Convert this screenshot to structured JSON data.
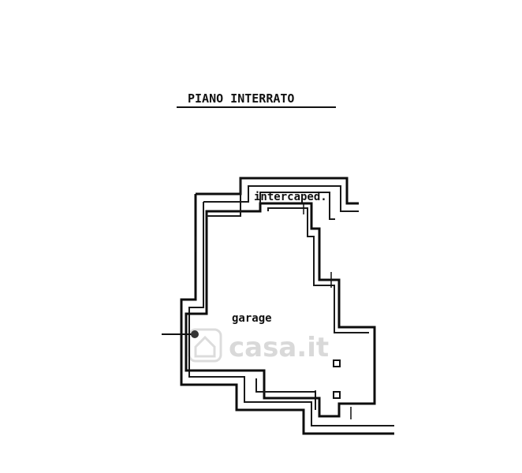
{
  "title": "PIANO INTERRATO",
  "rooms": [
    {
      "id": "intercapedine",
      "label": "intercaped."
    },
    {
      "id": "garage",
      "label": "garage"
    }
  ],
  "watermark": "casa.it",
  "colors": {
    "ink": "#111111",
    "paper": "#ffffff",
    "watermark": "#d9d9d9"
  }
}
